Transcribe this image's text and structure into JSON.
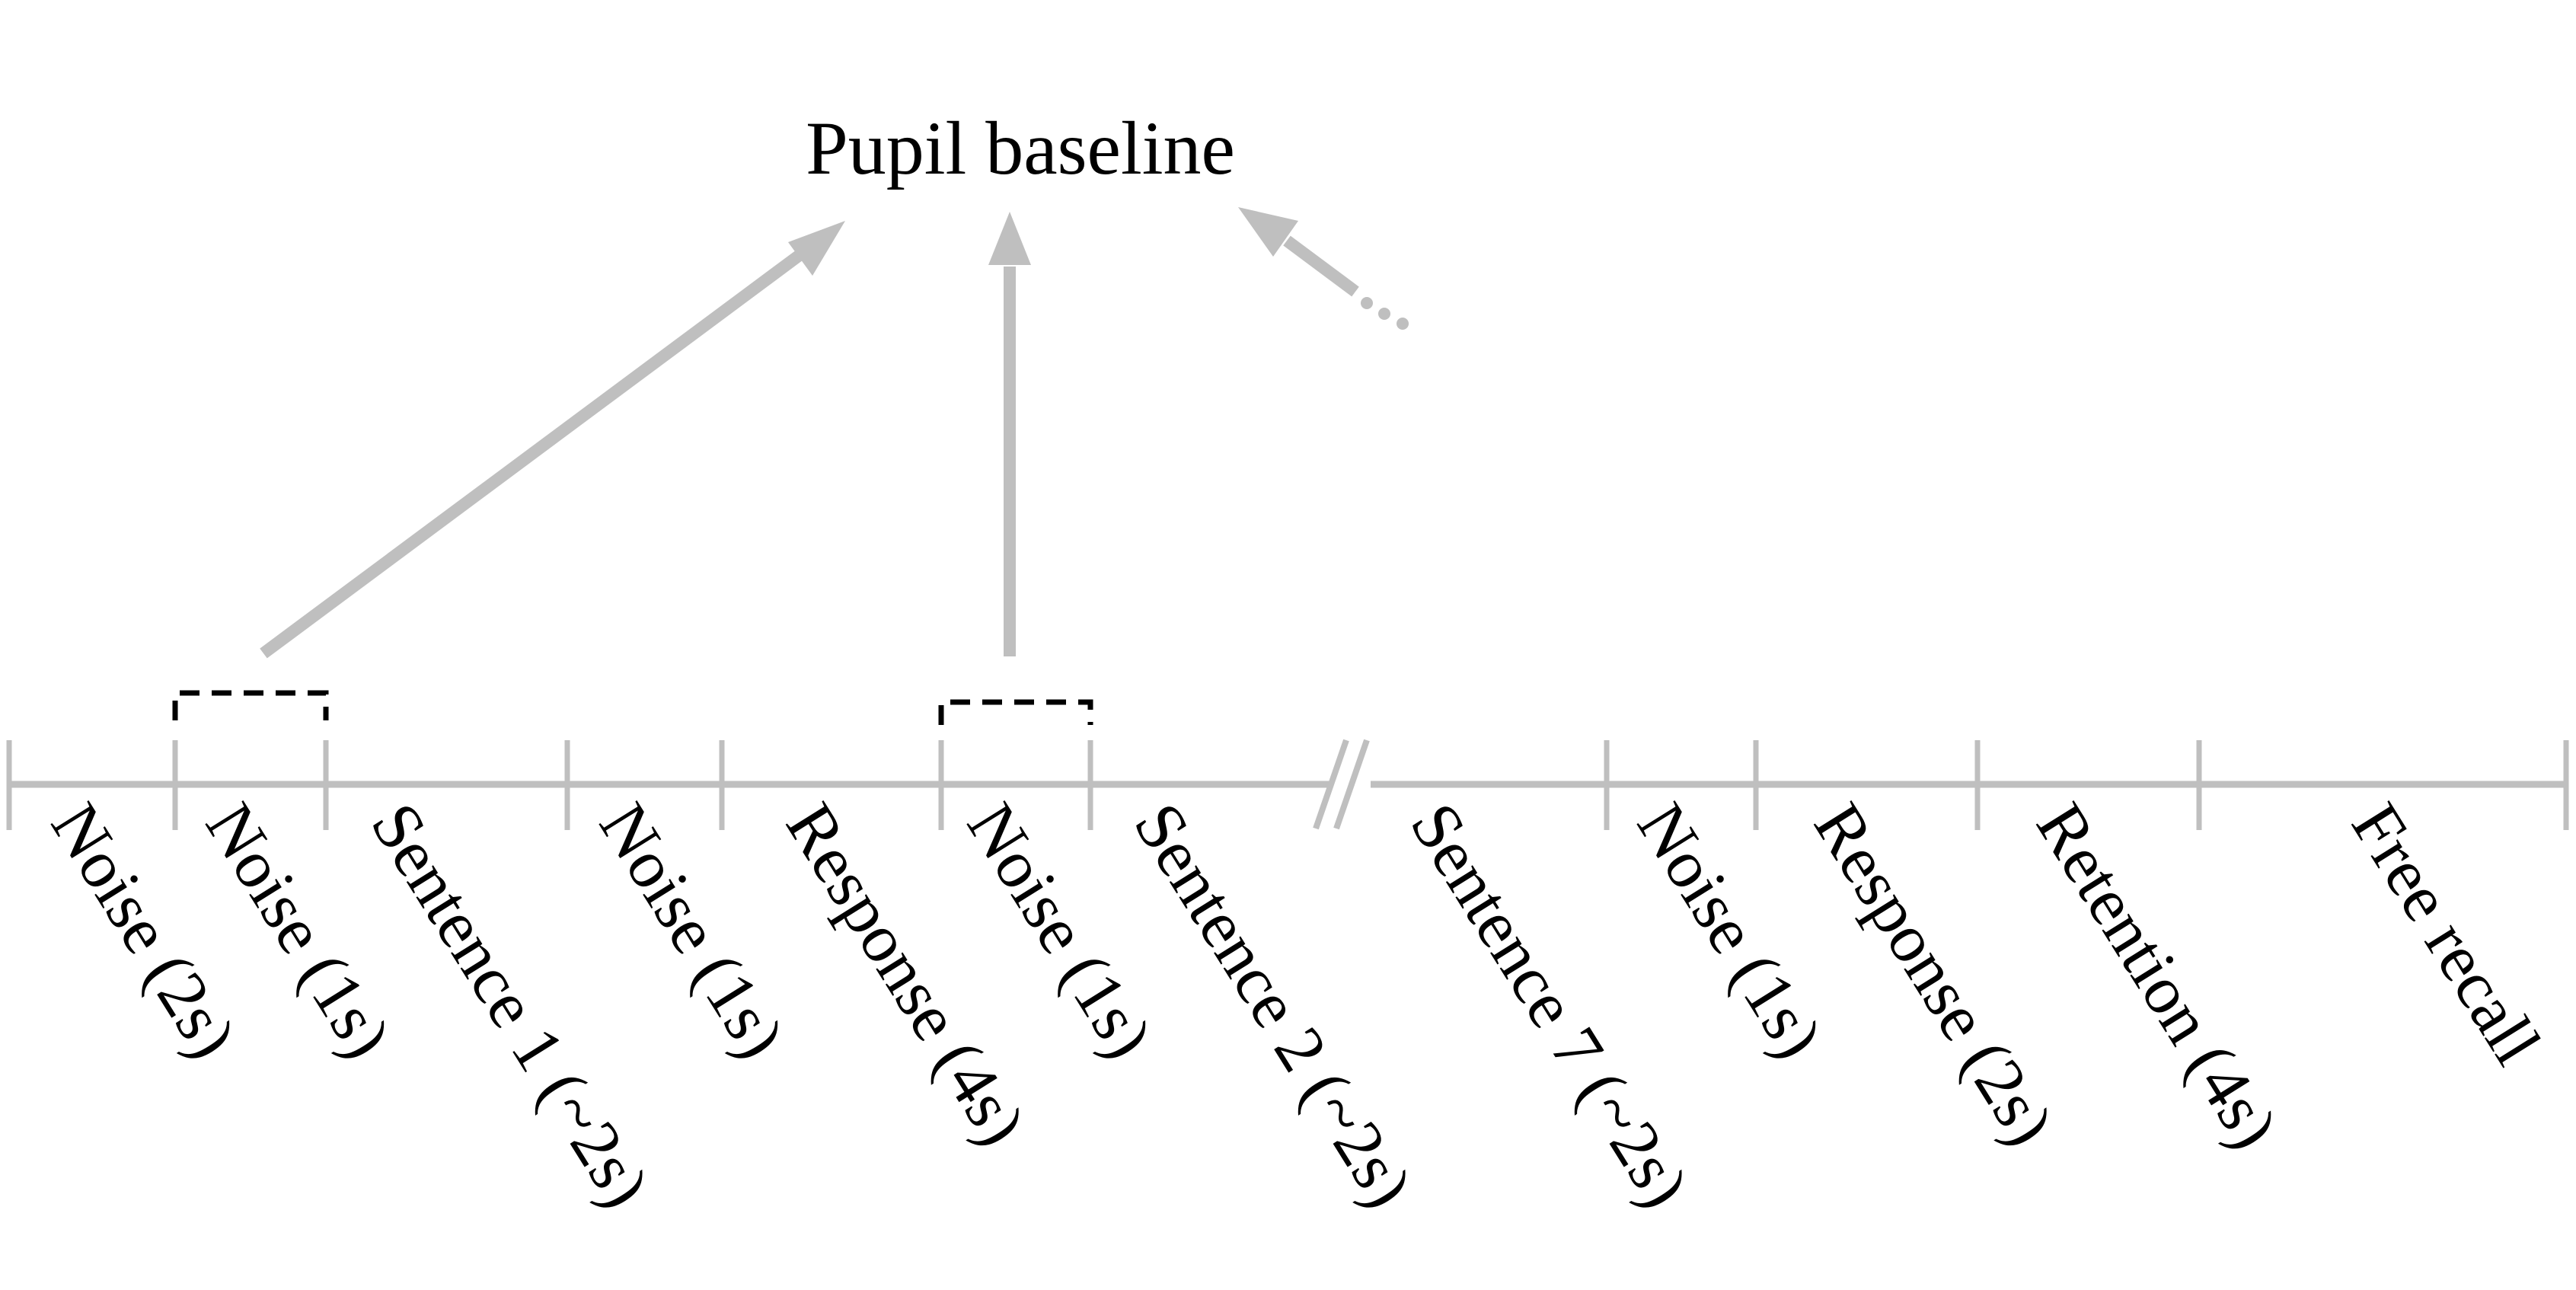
{
  "title": "Pupil baseline",
  "timeline": {
    "segments": [
      {
        "label": "Noise (2s)"
      },
      {
        "label": "Noise (1s)"
      },
      {
        "label": "Sentence 1 (~2s)"
      },
      {
        "label": "Noise (1s)"
      },
      {
        "label": "Response (4s)"
      },
      {
        "label": "Noise (1s)"
      },
      {
        "label": "Sentence 2 (~2s)"
      },
      {
        "label": "Sentence 7 (~2s)"
      },
      {
        "label": "Noise (1s)"
      },
      {
        "label": "Response (2s)"
      },
      {
        "label": "Retention (4s)"
      },
      {
        "label": "Free recall"
      }
    ],
    "break_marker": "//",
    "baseline_windows": [
      "Noise (1s)",
      "Noise (1s)"
    ],
    "continuation": "..."
  },
  "colors": {
    "axis": "#bfbfbf",
    "arrow": "#bfbfbf",
    "bracket": "#000000",
    "text": "#000000"
  }
}
